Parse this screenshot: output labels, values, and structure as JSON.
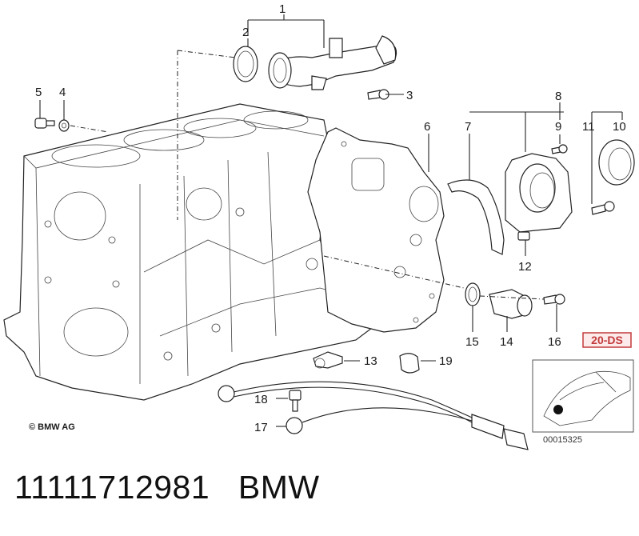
{
  "diagram": {
    "copyright": "© BMW AG",
    "badge": "20-DS",
    "ref_code": "00015325",
    "callouts": [
      "1",
      "2",
      "3",
      "4",
      "5",
      "6",
      "7",
      "8",
      "9",
      "10",
      "11",
      "12",
      "13",
      "14",
      "15",
      "16",
      "17",
      "18",
      "19"
    ]
  },
  "caption": {
    "part_number": "11111712981",
    "brand": "BMW"
  },
  "colors": {
    "badge_border": "#c23b3b",
    "badge_text": "#c23b3b",
    "line": "#222222"
  }
}
